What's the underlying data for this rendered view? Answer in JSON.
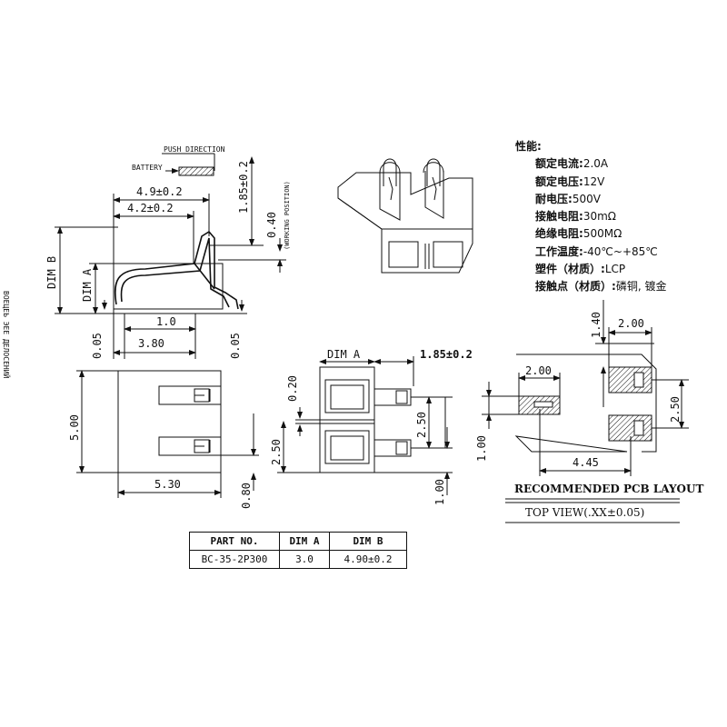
{
  "side_view": {
    "push_direction": "PUSH DIRECTION",
    "battery": "BATTERY",
    "dim_49": "4.9±0.2",
    "dim_42": "4.2±0.2",
    "dim_185": "1.85±0.2",
    "dim_040": "0.40",
    "working_position": "(WORKING POSITION)",
    "dim_b": "DIM B",
    "dim_a": "DIM A",
    "dim_10": "1.0",
    "dim_380": "3.80",
    "dim_005_left": "0.05",
    "dim_005_right": "0.05",
    "edge_text": "ВОЕЦЕЬ ЭЕЕ ДЕЛОСЕНИЙ"
  },
  "top_view": {
    "dim_500": "5.00",
    "dim_530": "5.30",
    "dim_080": "0.80"
  },
  "front_view": {
    "dim_a": "DIM A",
    "dim_185": "1.85±0.2",
    "dim_020": "0.20",
    "dim_250_left": "2.50",
    "dim_250_right": "2.50",
    "dim_100": "1.00"
  },
  "specs": {
    "heading": "性能:",
    "rows": [
      {
        "k": "额定电流:",
        "v": "2.0A"
      },
      {
        "k": "额定电压:",
        "v": "12V"
      },
      {
        "k": "耐电压:",
        "v": "500V"
      },
      {
        "k": "接触电阻:",
        "v": "30mΩ"
      },
      {
        "k": "绝缘电阻:",
        "v": "500MΩ"
      },
      {
        "k": "工作温度:",
        "v": "-40℃~+85℃"
      },
      {
        "k": "塑件（材质）:",
        "v": "LCP"
      },
      {
        "k": "接触点（材质）:",
        "v": "磷铜, 镀金"
      }
    ]
  },
  "pcb": {
    "dim_140": "1.40",
    "dim_200_top": "2.00",
    "dim_200_left": "2.00",
    "dim_250": "2.50",
    "dim_100": "1.00",
    "dim_445": "4.45",
    "title": "RECOMMENDED PCB LAYOUT",
    "view": "TOP VIEW(.XX±0.05)"
  },
  "part_table": {
    "headers": [
      "PART NO.",
      "DIM A",
      "DIM B"
    ],
    "row": [
      "BC-35-2P300",
      "3.0",
      "4.90±0.2"
    ]
  }
}
